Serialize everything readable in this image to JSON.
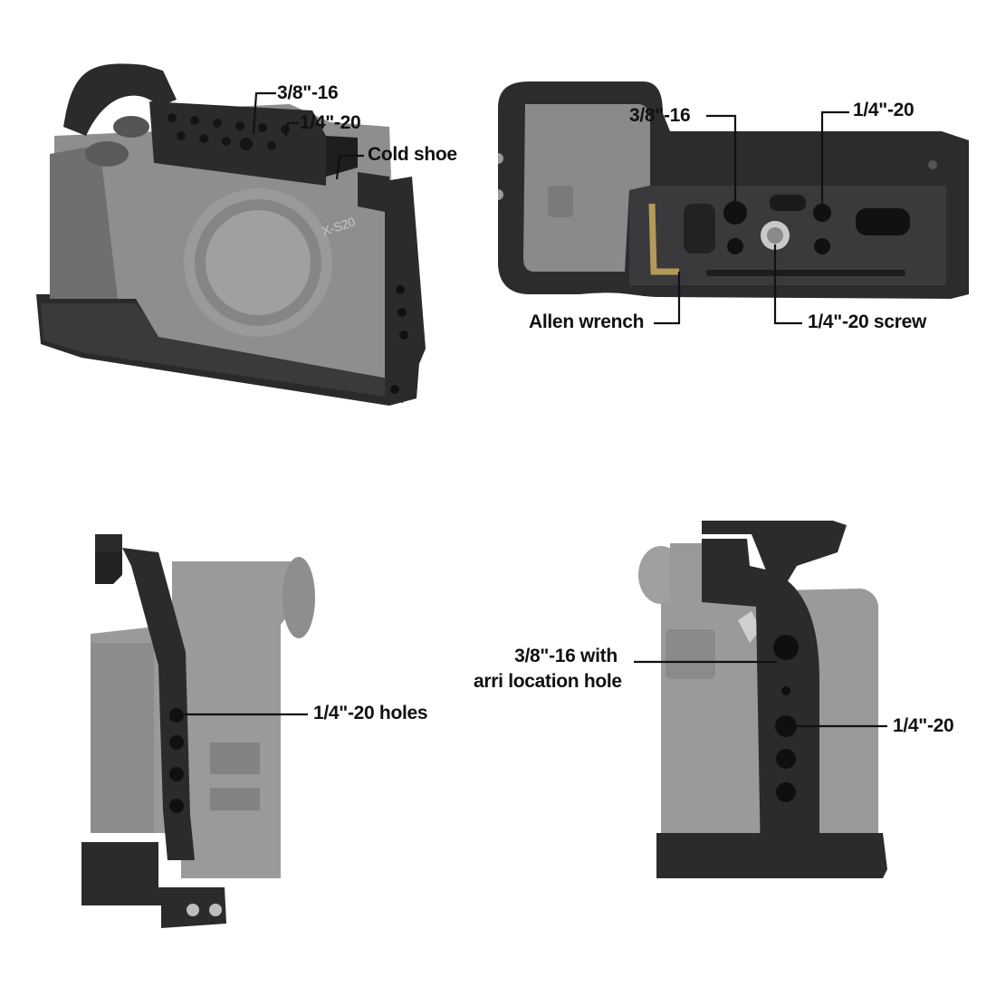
{
  "panels": {
    "top_left": {
      "labels": {
        "a": "3/8\"-16",
        "b": "1/4\"-20",
        "c": "Cold shoe"
      },
      "engraving": "X-S20"
    },
    "top_right": {
      "labels": {
        "a": "3/8\"-16",
        "b": "1/4\"-20",
        "c": "Allen wrench",
        "d": "1/4\"-20 screw"
      }
    },
    "bottom_left": {
      "labels": {
        "a": "1/4\"-20 holes"
      }
    },
    "bottom_right": {
      "labels": {
        "a_line1": "3/8\"-16 with",
        "a_line2": "arri location hole",
        "b": "1/4\"-20"
      }
    }
  },
  "colors": {
    "background": "#ffffff",
    "cage_metal": "#2b2b2d",
    "camera_body": "#8f8f8f",
    "label_text": "#111111"
  }
}
